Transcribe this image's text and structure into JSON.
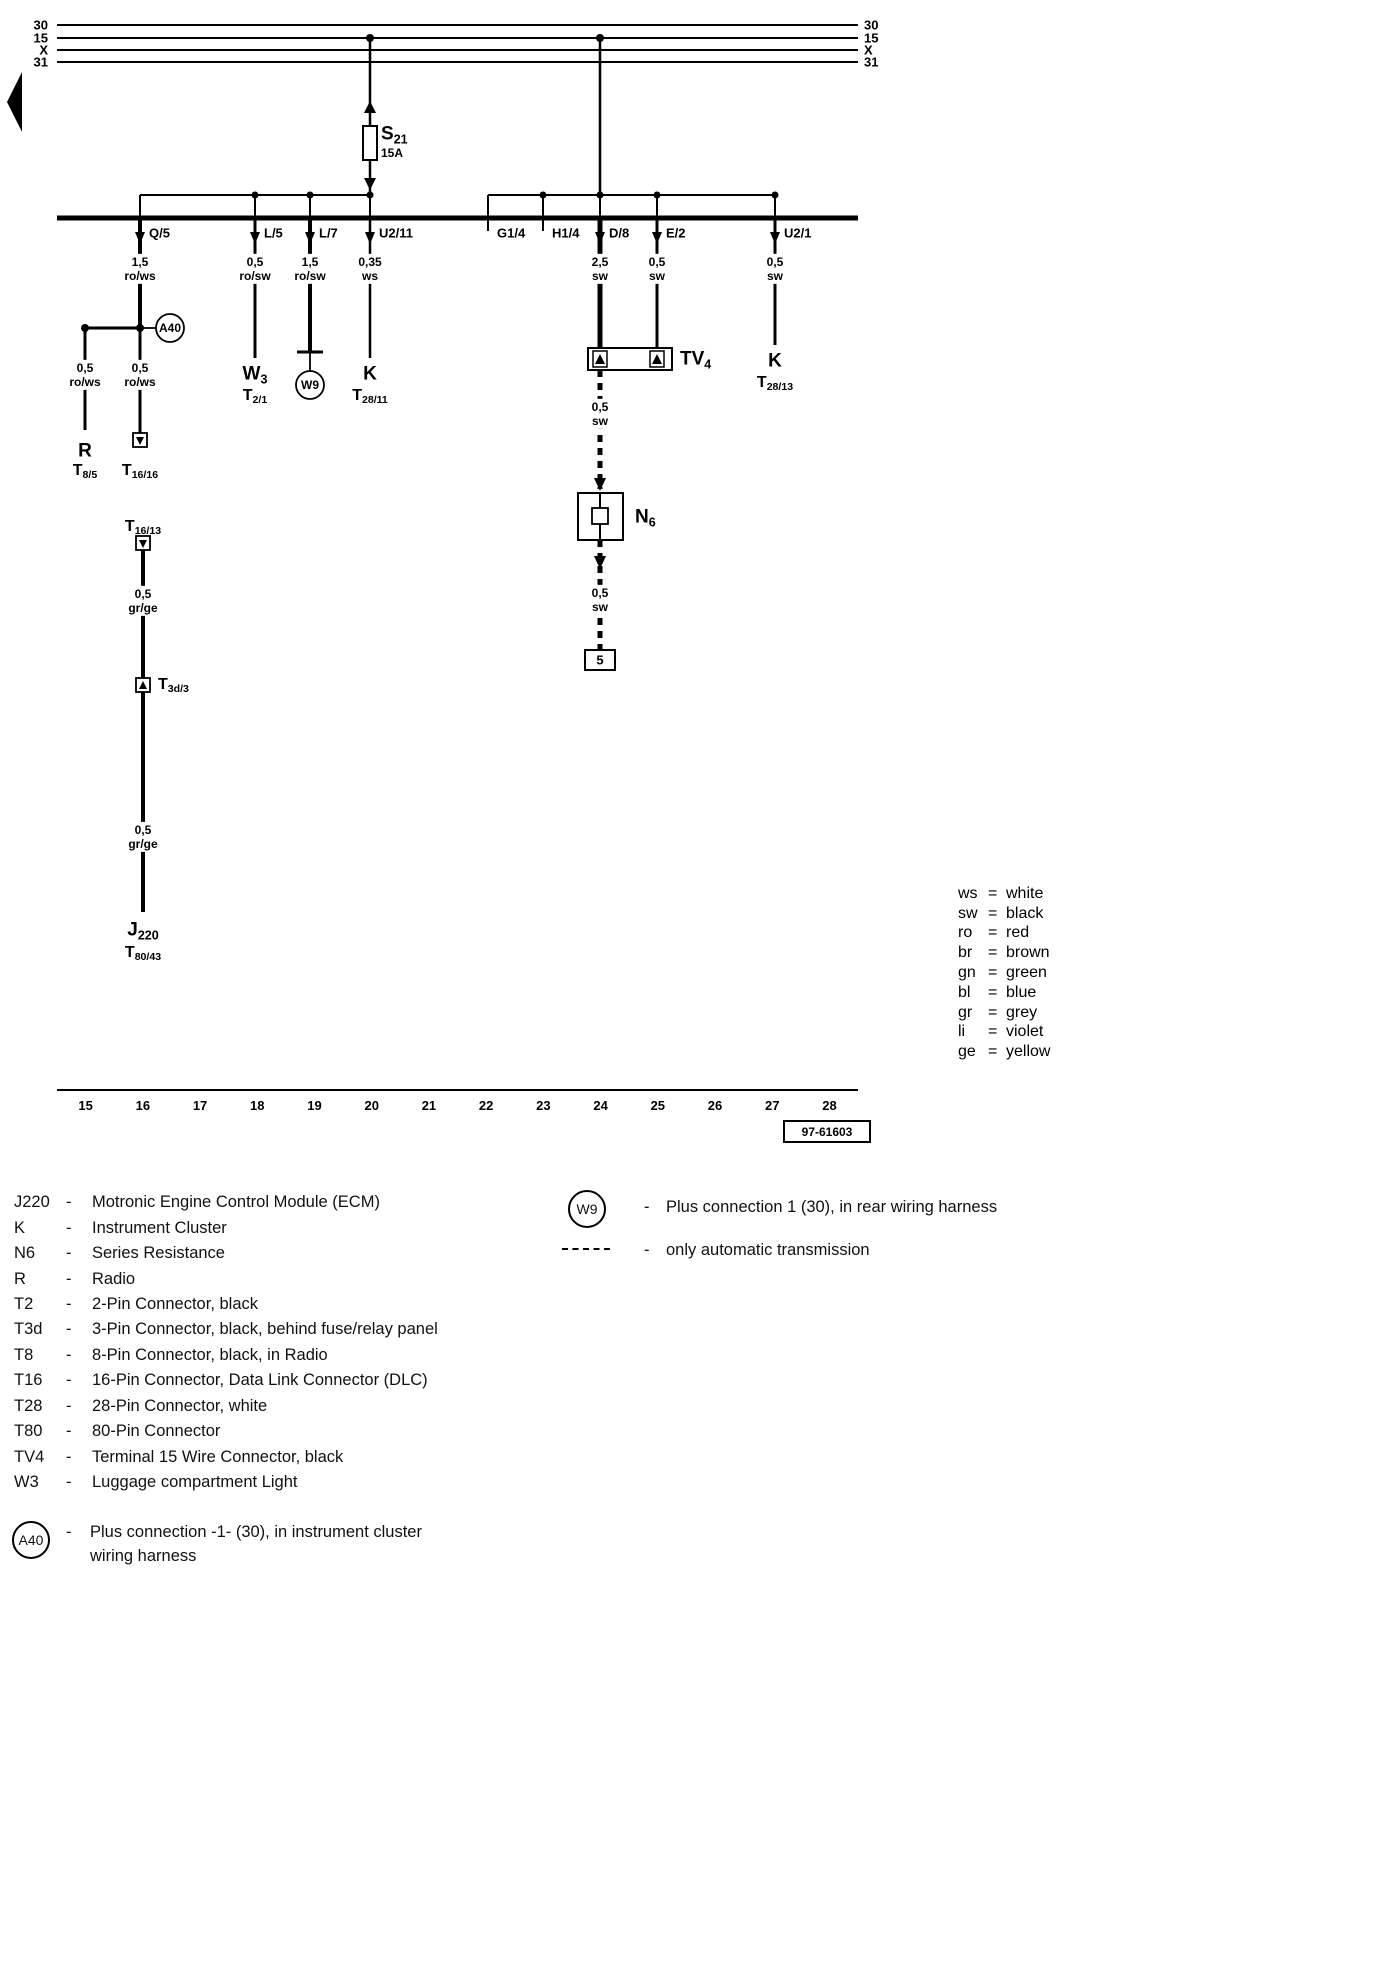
{
  "bus": {
    "left": [
      "30",
      "15",
      "X",
      "31"
    ],
    "right": [
      "30",
      "15",
      "X",
      "31"
    ]
  },
  "fuse": {
    "name_main": "S",
    "name_sub": "21",
    "rating": "15A"
  },
  "track_refs": {
    "q5": "Q/5",
    "l5": "L/5",
    "l7": "L/7",
    "u2_11": "U2/11",
    "g1_4": "G1/4",
    "h1_4": "H1/4",
    "d8": "D/8",
    "e2": "E/2",
    "u2_1": "U2/1"
  },
  "wires": {
    "q5_feed": {
      "gauge": "1,5",
      "color": "ro/ws"
    },
    "l5_feed": {
      "gauge": "0,5",
      "color": "ro/sw"
    },
    "l7_feed": {
      "gauge": "1,5",
      "color": "ro/sw"
    },
    "u2_11_feed": {
      "gauge": "0,35",
      "color": "ws"
    },
    "d8_feed": {
      "gauge": "2,5",
      "color": "sw"
    },
    "e2_feed": {
      "gauge": "0,5",
      "color": "sw"
    },
    "u2_1_feed": {
      "gauge": "0,5",
      "color": "sw"
    },
    "radio_branch": {
      "gauge": "0,5",
      "color": "ro/ws"
    },
    "dlc_branch": {
      "gauge": "0,5",
      "color": "ro/ws"
    },
    "n6_upper": {
      "gauge": "0,5",
      "color": "sw"
    },
    "n6_lower": {
      "gauge": "0,5",
      "color": "sw"
    },
    "dlc_upper": {
      "gauge": "0,5",
      "color": "gr/ge"
    },
    "ecm_lower": {
      "gauge": "0,5",
      "color": "gr/ge"
    }
  },
  "components": {
    "a40": "A40",
    "w9": "W9",
    "radio": {
      "name": "R",
      "pin_main": "T",
      "pin_sub": "8/5"
    },
    "t16_16": {
      "main": "T",
      "sub": "16/16"
    },
    "w3": {
      "main": "W",
      "sub": "3",
      "pin_main": "T",
      "pin_sub": "2/1"
    },
    "k_upper": {
      "name": "K",
      "pin_main": "T",
      "pin_sub": "28/11"
    },
    "tv4": {
      "main": "TV",
      "sub": "4"
    },
    "n6": {
      "main": "N",
      "sub": "6"
    },
    "ground_5": "5",
    "k_right": {
      "name": "K",
      "pin_main": "T",
      "pin_sub": "28/13"
    },
    "t16_13": {
      "main": "T",
      "sub": "16/13"
    },
    "t3d_3": {
      "main": "T",
      "sub": "3d/3"
    },
    "j220": {
      "main": "J",
      "sub": "220",
      "pin_main": "T",
      "pin_sub": "80/43"
    }
  },
  "color_legend_eq": "=",
  "color_legend": [
    {
      "abbr": "ws",
      "name": "white"
    },
    {
      "abbr": "sw",
      "name": "black"
    },
    {
      "abbr": "ro",
      "name": "red"
    },
    {
      "abbr": "br",
      "name": "brown"
    },
    {
      "abbr": "gn",
      "name": "green"
    },
    {
      "abbr": "bl",
      "name": "blue"
    },
    {
      "abbr": "gr",
      "name": "grey"
    },
    {
      "abbr": "li",
      "name": "violet"
    },
    {
      "abbr": "ge",
      "name": "yellow"
    }
  ],
  "track_numbers": [
    "15",
    "16",
    "17",
    "18",
    "19",
    "20",
    "21",
    "22",
    "23",
    "24",
    "25",
    "26",
    "27",
    "28"
  ],
  "diagram_number": "97-61603",
  "legend": {
    "sep": "-",
    "items": [
      {
        "key": "J220",
        "desc": "Motronic Engine Control Module (ECM)"
      },
      {
        "key": "K",
        "desc": "Instrument Cluster"
      },
      {
        "key": "N6",
        "desc": "Series Resistance"
      },
      {
        "key": "R",
        "desc": "Radio"
      },
      {
        "key": "T2",
        "desc": "2-Pin Connector, black"
      },
      {
        "key": "T3d",
        "desc": "3-Pin Connector, black, behind fuse/relay panel"
      },
      {
        "key": "T8",
        "desc": "8-Pin Connector, black, in Radio"
      },
      {
        "key": "T16",
        "desc": "16-Pin Connector, Data Link Connector (DLC)"
      },
      {
        "key": "T28",
        "desc": "28-Pin Connector, white"
      },
      {
        "key": "T80",
        "desc": "80-Pin Connector"
      },
      {
        "key": "TV4",
        "desc": "Terminal 15 Wire Connector, black"
      },
      {
        "key": "W3",
        "desc": "Luggage compartment Light"
      }
    ],
    "a40": {
      "symbol": "A40",
      "line1": "Plus connection -1- (30), in instrument cluster",
      "line2": "wiring harness"
    },
    "w9": {
      "symbol": "W9",
      "desc": "Plus connection 1 (30), in rear wiring harness"
    },
    "auto_trans": {
      "desc": "only automatic transmission"
    }
  }
}
